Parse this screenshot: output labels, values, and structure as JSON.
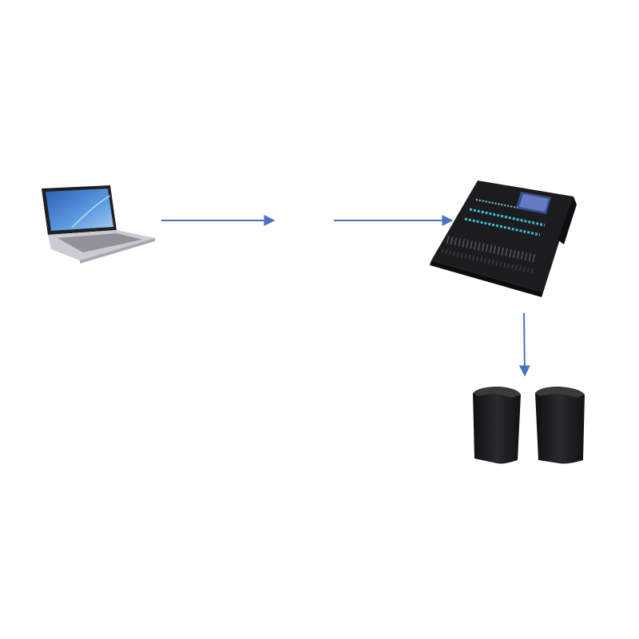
{
  "diagram": {
    "nodes": [
      {
        "id": "laptop",
        "kind": "laptop-image"
      },
      {
        "id": "mixer",
        "kind": "mixing-console-image"
      },
      {
        "id": "speakers",
        "kind": "speaker-pair-image"
      }
    ],
    "edges": [
      {
        "from": "laptop",
        "to": "gap"
      },
      {
        "from": "gap",
        "to": "mixer"
      },
      {
        "from": "mixer",
        "to": "speakers"
      }
    ]
  },
  "colors": {
    "background": "#ffffff",
    "arrow": "#4a72c4",
    "device_dark": "#1c1c1e",
    "laptop_silver": "#c9ccd1",
    "screen_blue": "#3f7fd0",
    "meter_cyan": "#34c3d6"
  }
}
